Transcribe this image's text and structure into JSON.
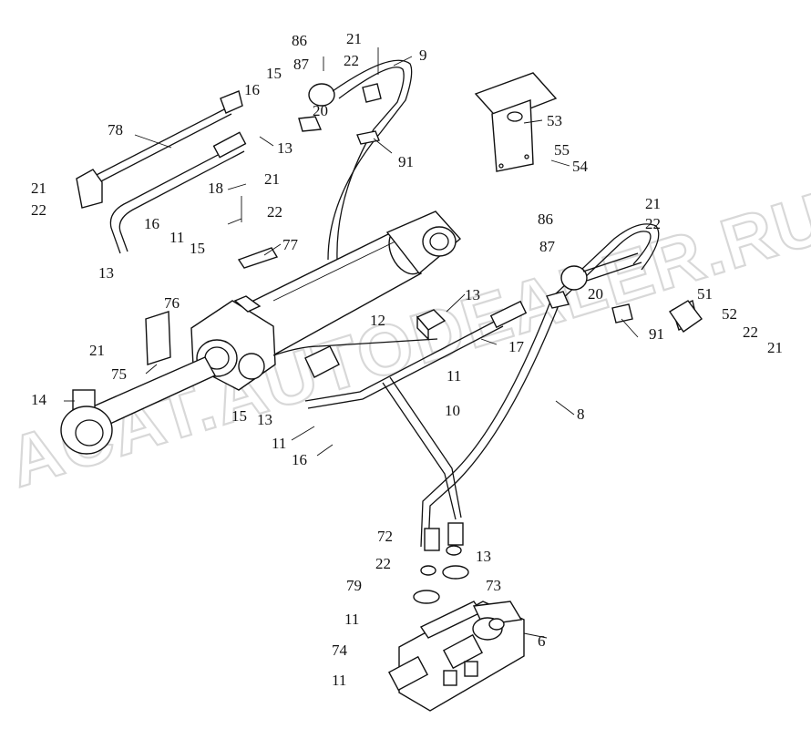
{
  "watermark": "ACAT.AUTODEALER.RU",
  "colors": {
    "line": "#111111",
    "background": "#ffffff",
    "watermark": "#d8d8d8"
  },
  "callouts": [
    "86",
    "21",
    "22",
    "87",
    "9",
    "15",
    "16",
    "20",
    "78",
    "13",
    "91",
    "53",
    "55",
    "54",
    "21",
    "22",
    "18",
    "21",
    "22",
    "16",
    "11",
    "15",
    "77",
    "86",
    "21",
    "22",
    "87",
    "20",
    "13",
    "91",
    "51",
    "52",
    "22",
    "21",
    "13",
    "76",
    "21",
    "75",
    "12",
    "17",
    "14",
    "11",
    "10",
    "15",
    "13",
    "8",
    "11",
    "16",
    "72",
    "13",
    "22",
    "73",
    "79",
    "11",
    "6",
    "74",
    "11"
  ]
}
